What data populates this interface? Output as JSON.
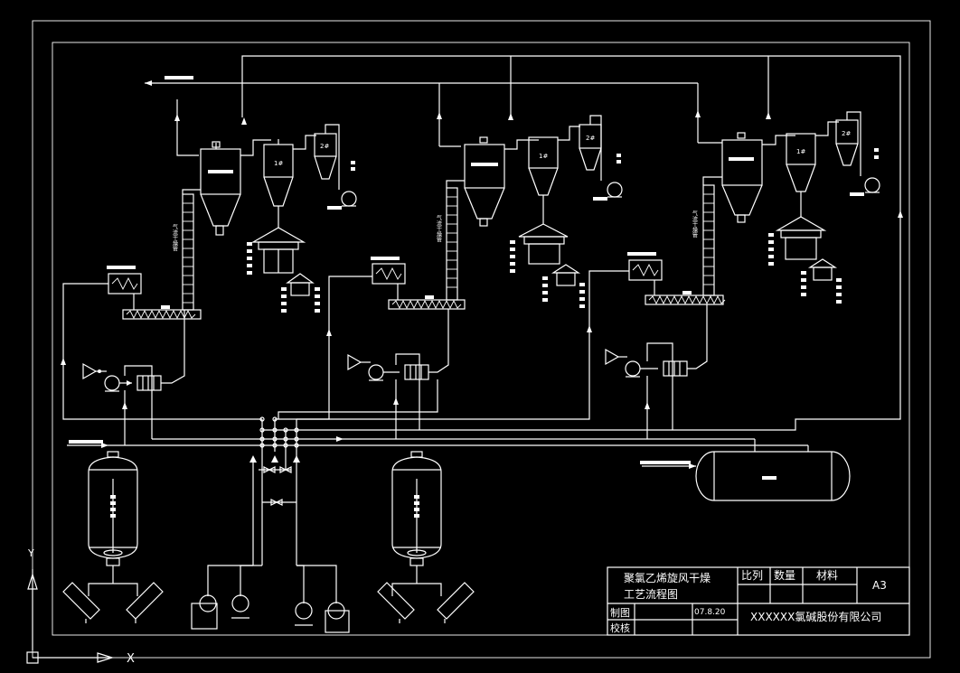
{
  "title_block": {
    "title_line1": "聚氯乙烯旋风干燥",
    "title_line2": "工艺流程图",
    "col_scale": "比列",
    "col_quantity": "数量",
    "col_material": "材料",
    "sheet_size": "A3",
    "row_drawn": "制图",
    "row_checked": "校核",
    "date": "07.8.20",
    "company": "XXXXXX氯碱股份有限公司"
  },
  "equipment_labels": {
    "cyclone_1": "1#",
    "cyclone_2": "2#",
    "riser_label": "气流干燥管"
  },
  "ucs": {
    "x_axis": "X",
    "y_axis": "Y"
  }
}
